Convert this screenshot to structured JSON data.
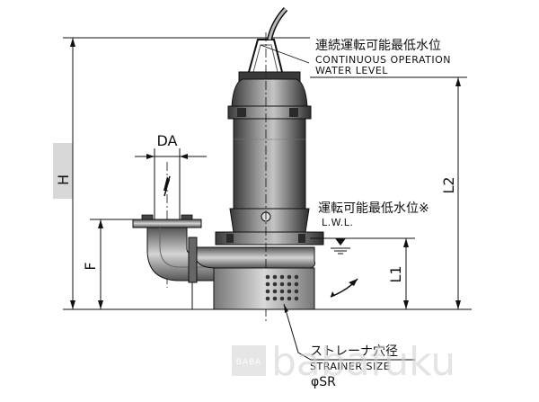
{
  "diagram": {
    "labels": {
      "cont_jp": "連続運転可能最低水位",
      "cont_en1": "CONTINUOUS OPERATION",
      "cont_en2": "WATER LEVEL",
      "run_jp": "運転可能最低水位※",
      "lwl": "L.W.L.",
      "strainer_jp": "ストレーナ穴径",
      "strainer_en": "STRAINER SIZE",
      "sr": "φSR"
    },
    "dimensions": {
      "da": "DA",
      "h": "H",
      "l2": "L2",
      "f": "F",
      "l1": "L1"
    }
  },
  "watermark": {
    "logo_letters": "BABA",
    "text": "babafuku"
  },
  "colors": {
    "line": "#111111",
    "pump_dark": "#2a2a2a",
    "pump_mid": "#6a6a6a",
    "pump_light": "#bdbdbd",
    "h_band": "#d8d8d8",
    "watermark": "#d0d0d0"
  }
}
